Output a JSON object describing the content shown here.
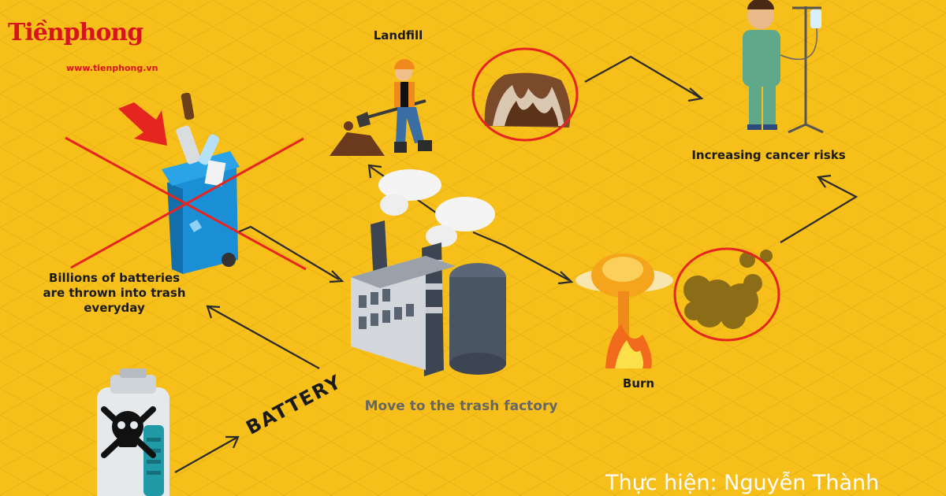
{
  "logo": {
    "name": "Tiềnphong",
    "url": "www.tienphong.vn"
  },
  "labels": {
    "landfill": "Landfill",
    "cancer": "Increasing cancer risks",
    "billions_line1": "Billions of batteries",
    "billions_line2": "are thrown into trash",
    "billions_line3": "everyday",
    "factory": "Move to the trash factory",
    "burn": "Burn",
    "battery_word": "BATTERY"
  },
  "credit": "Thực hiện: Nguyễn Thành",
  "colors": {
    "background": "#f7bf1a",
    "accent_red": "#e5251f",
    "bin_blue": "#1a8fd6",
    "logo_red": "#d7141c"
  },
  "icons": [
    "trash-bin-icon",
    "worker-icon",
    "dirt-mound-icon",
    "patient-icon",
    "factory-icon",
    "explosion-icon",
    "smoke-cloud-icon",
    "battery-icon",
    "skull-icon"
  ]
}
